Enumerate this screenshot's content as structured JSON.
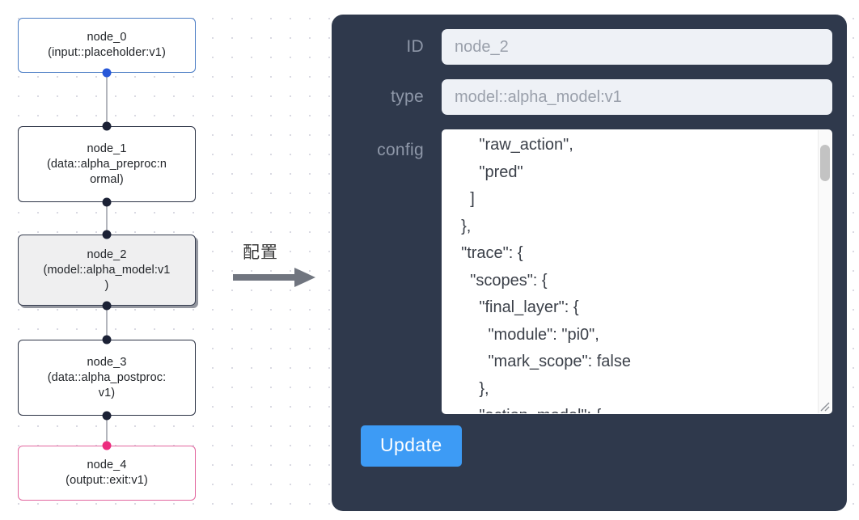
{
  "graph": {
    "nodes": [
      {
        "id": "node_0",
        "type": "(input::placeholder:v1)",
        "role": "input"
      },
      {
        "id": "node_1",
        "type": "(data::alpha_preproc:n\normal)",
        "role": "default"
      },
      {
        "id": "node_2",
        "type": "(model::alpha_model:v1\n)",
        "role": "selected"
      },
      {
        "id": "node_3",
        "type": "(data::alpha_postproc:\nv1)",
        "role": "default"
      },
      {
        "id": "node_4",
        "type": "(output::exit:v1)",
        "role": "output"
      }
    ],
    "colors": {
      "input_border": "#4a7cc4",
      "default_border": "#2c3345",
      "output_border": "#e2659e",
      "selected_fill": "#efeff0",
      "edge": "#b4b6bd",
      "port_default": "#1b2135",
      "port_input": "#2757d8",
      "port_output": "#ec2c7e"
    }
  },
  "arrow": {
    "label": "配置",
    "color": "#6f7480"
  },
  "panel": {
    "background": "#2f394c",
    "fields": [
      {
        "label": "ID",
        "value": "node_2"
      },
      {
        "label": "type",
        "value": "model::alpha_model:v1"
      }
    ],
    "config": {
      "label": "config",
      "value": "      \"raw_action\",\n      \"pred\"\n    ]\n  },\n  \"trace\": {\n    \"scopes\": {\n      \"final_layer\": {\n        \"module\": \"pi0\",\n        \"mark_scope\": false\n      },\n      \"action_model\": {"
    },
    "update_label": "Update",
    "accent": "#3d9bf5"
  }
}
